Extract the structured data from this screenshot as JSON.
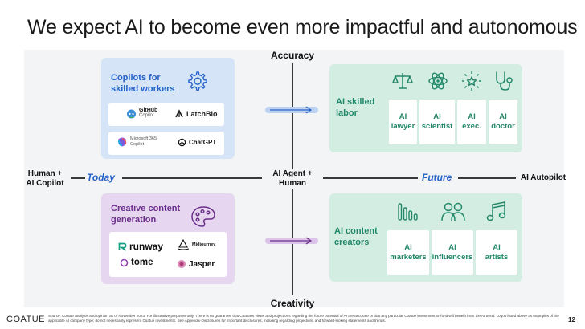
{
  "title": "We expect AI to become even more impactful and autonomous",
  "axes": {
    "top": "Accuracy",
    "bottom": "Creativity",
    "left": "Human +\nAI Copilot",
    "right": "AI Autopilot",
    "center": "AI Agent +\nHuman",
    "today": "Today",
    "future": "Future"
  },
  "quadrants": {
    "copilots": {
      "title": "Copilots for\nskilled workers",
      "icon": "gear-icon",
      "logos": [
        "GitHub Copilot",
        "LatchBio",
        "Microsoft 365 Copilot",
        "ChatGPT"
      ],
      "github_line1": "GitHub",
      "github_line2": "Copilot",
      "ms_line1": "Microsoft 365",
      "ms_line2": "Copilot"
    },
    "skilled_labor": {
      "title": "AI skilled\nlabor",
      "icons": [
        "scales-icon",
        "atom-icon",
        "star-burst-icon",
        "stethoscope-icon"
      ],
      "roles": [
        "AI\nlawyer",
        "AI\nscientist",
        "AI\nexec.",
        "AI\ndoctor"
      ]
    },
    "creative": {
      "title": "Creative content\ngeneration",
      "icon": "palette-icon",
      "logos": [
        "runway",
        "Midjourney",
        "tome",
        "Jasper"
      ]
    },
    "content_creators": {
      "title": "AI content\ncreators",
      "icons": [
        "equalizer-icon",
        "people-icon",
        "music-note-icon"
      ],
      "roles": [
        "AI\nmarketers",
        "AI\ninfluencers",
        "AI\nartists"
      ]
    }
  },
  "footer": {
    "brand": "COATUE",
    "note": "Source: Coatue analysis and opinion as of November 2023. For illustrative purposes only. There is no guarantee that Coatue's views and projections regarding the future potential of AI are accurate or that any particular Coatue investment or fund will benefit from the AI trend. Logos listed above as examples of the applicable AI company type; do not necessarily represent Coatue investments. See Appendix-Disclosures for important disclosures, including regarding projections and forward-looking statements and trends.",
    "page": "12"
  },
  "colors": {
    "blue": "#2563c7",
    "green": "#23886a",
    "purple": "#6b2f8a"
  }
}
